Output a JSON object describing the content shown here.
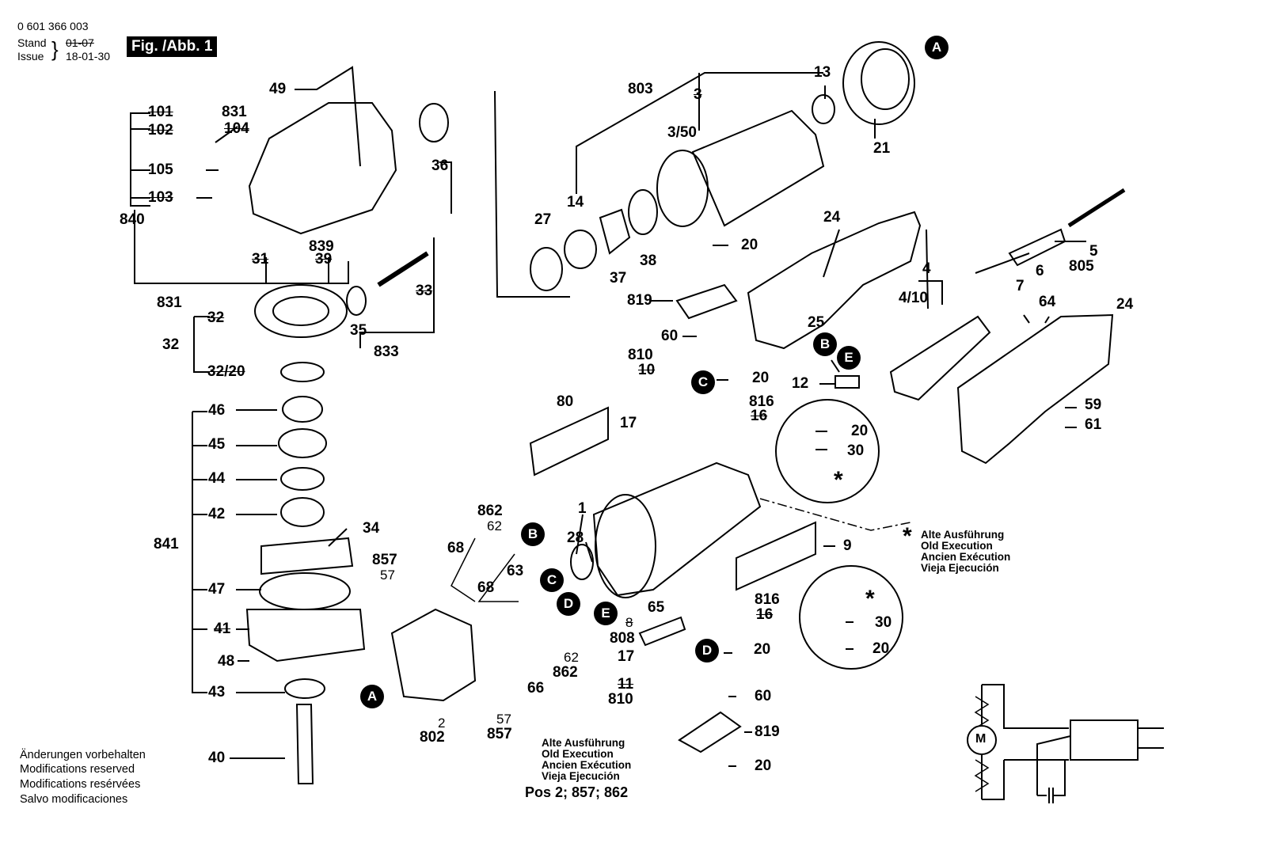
{
  "header": {
    "part_number": "0 601 366 003",
    "stand_label": "Stand",
    "stand_value": "01-07",
    "issue_label": "Issue",
    "issue_value": "18-01-30",
    "figure_label": "Fig. /Abb. 1"
  },
  "labels": {
    "p49": "49",
    "p101": "101",
    "p102": "102",
    "p831a": "831",
    "p104": "104",
    "p105": "105",
    "p103": "103",
    "p840": "840",
    "p36": "36",
    "p31": "31",
    "p839": "839",
    "p39": "39",
    "p33": "33",
    "p831b": "831",
    "p32a": "32",
    "p32b": "32",
    "p3220": "32/20",
    "p35": "35",
    "p833": "833",
    "p46": "46",
    "p45": "45",
    "p44": "44",
    "p42": "42",
    "p34": "34",
    "p841": "841",
    "p47": "47",
    "p41": "41",
    "p48": "48",
    "p43": "43",
    "p40": "40",
    "p803": "803",
    "p3": "3",
    "p350": "3/50",
    "p13": "13",
    "p21": "21",
    "p14": "14",
    "p27": "27",
    "p37": "37",
    "p38": "38",
    "p24a": "24",
    "p20a": "20",
    "p819a": "819",
    "p60a": "60",
    "p810a": "810",
    "p10a": "10",
    "p20b": "20",
    "p816a": "816",
    "p16a": "16",
    "p17a": "17",
    "p80": "80",
    "p25": "25",
    "p12": "12",
    "p4": "4",
    "p410": "4/10",
    "p7": "7",
    "p64": "64",
    "p6": "6",
    "p5": "5",
    "p805": "805",
    "p24b": "24",
    "p59": "59",
    "p61": "61",
    "p20c": "20",
    "p30a": "30",
    "p1": "1",
    "p9": "9",
    "p862a": "862",
    "p62a": "62",
    "p68a": "68",
    "p857a": "857",
    "p57a": "57",
    "p63": "63",
    "p68b": "68",
    "p28": "28",
    "p65": "65",
    "p8": "8",
    "p808": "808",
    "p816b": "816",
    "p16b": "16",
    "p17b": "17",
    "p20d": "20",
    "p62b": "62",
    "p862b": "862",
    "p66": "66",
    "p57b": "57",
    "p857b": "857",
    "p2": "2",
    "p802": "802",
    "p810b": "810",
    "p11": "11",
    "p60b": "60",
    "p819b": "819",
    "p20e": "20",
    "p30b": "30",
    "p20f": "20"
  },
  "markers": {
    "a1": "A",
    "a2": "A",
    "b1": "B",
    "b2": "B",
    "c1": "C",
    "c2": "C",
    "d1": "D",
    "d2": "D",
    "e1": "E",
    "e2": "E"
  },
  "old_execution_note": {
    "asterisk": "*",
    "lines": [
      "Alte Ausführung",
      "Old Execution",
      "Ancien Exécution",
      "Vieja Ejecución"
    ]
  },
  "bottom_note": {
    "lines": [
      "Alte Ausführung",
      "Old Execution",
      "Ancien Exécution",
      "Vieja Ejecución"
    ],
    "pos": "Pos 2; 857; 862"
  },
  "modifications": [
    "Änderungen vorbehalten",
    "Modifications reserved",
    "Modifications resérvées",
    "Salvo modificaciones"
  ],
  "circuit": {
    "motor_label": "M"
  }
}
